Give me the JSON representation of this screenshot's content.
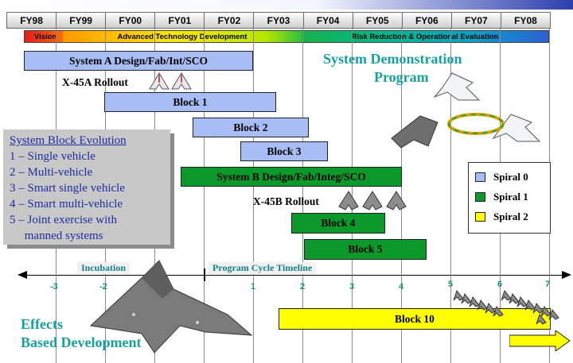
{
  "fiscal_years": [
    "FY98",
    "FY99",
    "FY00",
    "FY01",
    "FY02",
    "FY03",
    "FY04",
    "FY05",
    "FY06",
    "FY07",
    "FY08"
  ],
  "phases": {
    "vision": "Vision",
    "atd": "Advanced Technology Development",
    "rr": "Risk Reduction & Operational Evaluation"
  },
  "bars": {
    "system_a": "System A Design/Fab/Int/SCO",
    "block1": "Block 1",
    "block2": "Block 2",
    "block3": "Block 3",
    "system_b": "System B Design/Fab/Integ/SCO",
    "block4": "Block 4",
    "block5": "Block 5",
    "block10": "Block 10"
  },
  "rollouts": {
    "x45a": "X-45A Rollout",
    "x45b": "X-45B Rollout"
  },
  "demo_title": {
    "line1": "System Demonstration",
    "line2": "Program"
  },
  "evolution": {
    "title": "System Block Evolution",
    "items": [
      "1 – Single vehicle",
      "2 – Multi-vehicle",
      "3 – Smart single vehicle",
      "4 – Smart multi-vehicle",
      "5 – Joint exercise with",
      "     manned systems"
    ]
  },
  "legend": [
    {
      "label": "Spiral 0",
      "color": "#a9bdf5"
    },
    {
      "label": "Spiral 1",
      "color": "#0b9a2a"
    },
    {
      "label": "Spiral 2",
      "color": "#ffff00"
    }
  ],
  "timeline": {
    "incubation": "Incubation",
    "cycle": "Program Cycle Timeline",
    "ticks": [
      "-3",
      "-2",
      "1",
      "2",
      "3",
      "4",
      "5",
      "6",
      "7"
    ]
  },
  "effects": {
    "line1": "Effects",
    "line2": "Based Development"
  }
}
